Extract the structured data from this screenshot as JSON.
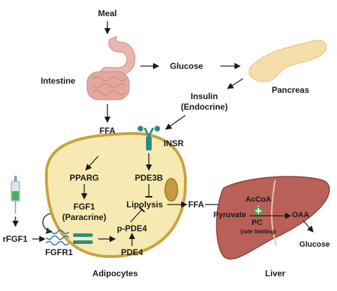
{
  "labels": {
    "meal": "Meal",
    "intestine": "Intestine",
    "glucose_top": "Glucose",
    "pancreas": "Pancreas",
    "insulin": "Insulin",
    "endocrine": "(Endocrine)",
    "ffa_top": "FFA",
    "insr": "INSR",
    "pparg": "PPARG",
    "pde3b": "PDE3B",
    "fgf1": "FGF1",
    "paracrine": "(Paracrine)",
    "lipolysis": "Lipolysis",
    "p_pde4": "p-PDE4",
    "pde4": "PDE4",
    "rfgf1": "rFGF1",
    "fgfr1": "FGFR1",
    "ffa_mid": "FFA",
    "adipocytes": "Adipocytes",
    "liver": "Liver",
    "acoa": "AcCoA",
    "pyruvate": "Pyruvate",
    "pc": "PC",
    "rate_limiting": "(rate limiting)",
    "oaa": "OAA",
    "glucose_liver": "Glucose"
  },
  "colors": {
    "adipocyte_fill": "#f6eab2",
    "adipocyte_border": "#c9a23d",
    "liver_fill": "#b96058",
    "receptor": "#2a8c86",
    "plus": "#35b24a",
    "stomach": "#eab7ae",
    "intestine": "#e4a79f",
    "pancreas": "#f6dca9"
  },
  "icons": [
    "stomach-icon",
    "intestine-icon",
    "pancreas-icon",
    "syringe-icon",
    "insulin-receptor-icon",
    "fgfr1-receptor-icon",
    "liver-icon",
    "nucleus-icon",
    "plus-icon"
  ]
}
